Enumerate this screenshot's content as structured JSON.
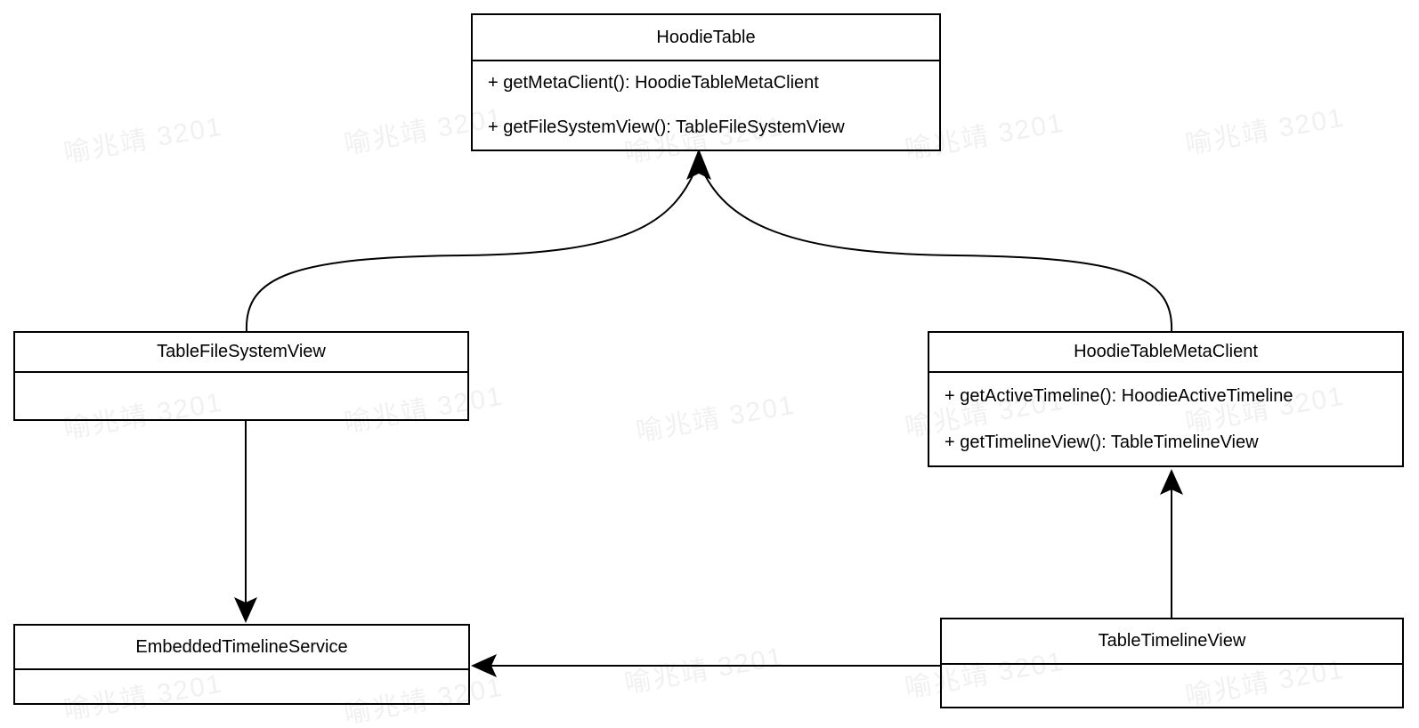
{
  "diagram": {
    "background_color": "#ffffff",
    "line_color": "#000000"
  },
  "watermark": {
    "text": "喻兆靖 3201"
  },
  "classes": {
    "hoodie_table": {
      "name": "HoodieTable",
      "methods": [
        "+ getMetaClient(): HoodieTableMetaClient",
        "+ getFileSystemView(): TableFileSystemView"
      ]
    },
    "table_file_system_view": {
      "name": "TableFileSystemView",
      "methods": []
    },
    "hoodie_table_meta_client": {
      "name": "HoodieTableMetaClient",
      "methods": [
        "+ getActiveTimeline(): HoodieActiveTimeline",
        "+ getTimelineView(): TableTimelineView"
      ]
    },
    "embedded_timeline_service": {
      "name": "EmbeddedTimelineService",
      "methods": []
    },
    "table_timeline_view": {
      "name": "TableTimelineView",
      "methods": []
    }
  },
  "relationships": [
    {
      "from": "TableFileSystemView",
      "to": "HoodieTable",
      "style": "curved",
      "arrow": "filled"
    },
    {
      "from": "HoodieTableMetaClient",
      "to": "HoodieTable",
      "style": "curved",
      "arrow": "filled"
    },
    {
      "from": "TableFileSystemView",
      "to": "EmbeddedTimelineService",
      "style": "straight",
      "arrow": "filled"
    },
    {
      "from": "TableTimelineView",
      "to": "HoodieTableMetaClient",
      "style": "straight",
      "arrow": "filled"
    },
    {
      "from": "TableTimelineView",
      "to": "EmbeddedTimelineService",
      "style": "straight",
      "arrow": "filled"
    }
  ]
}
